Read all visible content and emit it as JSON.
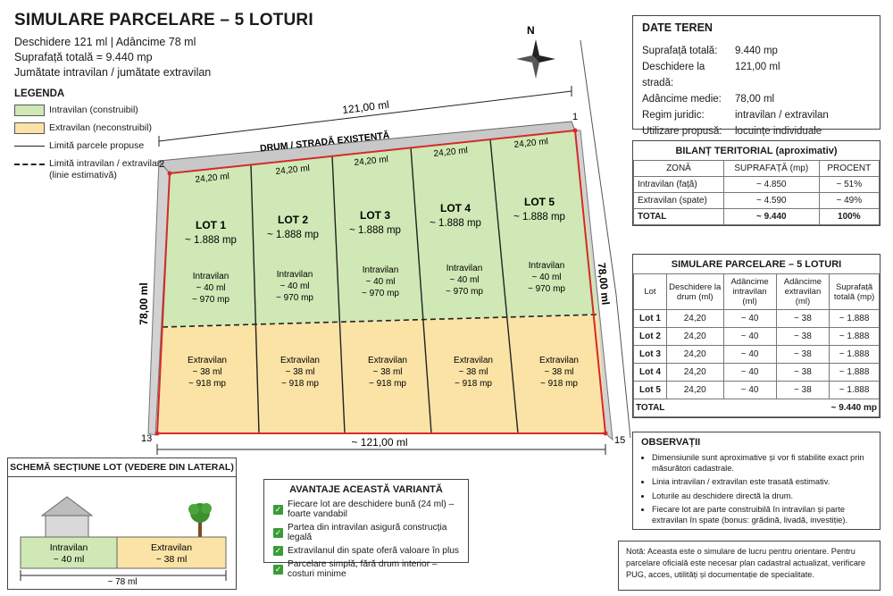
{
  "header": {
    "title": "SIMULARE PARCELARE – 5 LOTURI",
    "line1": "Deschidere 121 ml | Adâncime 78 ml",
    "line2": "Suprafață totală = 9.440 mp",
    "line3": "Jumătate intravilan / jumătate extravilan"
  },
  "legend": {
    "title": "LEGENDA",
    "intravilan": "Intravilan (construibil)",
    "extravilan": "Extravilan (neconstruibil)",
    "limit_parcels": "Limită parcele propuse",
    "limit_line1": "Limită intravilan / extravilan",
    "limit_line2": "(linie estimativă)"
  },
  "colors": {
    "intravilan": "#cfe8b5",
    "extravilan": "#fbe3a6",
    "boundary": "#d42a2a",
    "road": "#c8c8c8"
  },
  "plan": {
    "compass": "N",
    "road_label": "DRUM / STRADĂ EXISTENTĂ",
    "dim_top": "121,00 ml",
    "dim_bottom": "~ 121,00 ml",
    "dim_left": "78,00 ml",
    "dim_right": "78,00 ml",
    "corners": [
      "1",
      "2",
      "13",
      "15"
    ],
    "frontage": "24,20 ml",
    "lots": [
      {
        "name": "LOT 1",
        "area": "~ 1.888 mp",
        "intra": [
          "Intravilan",
          "~ 40 ml",
          "~ 970 mp"
        ],
        "extra": [
          "Extravilan",
          "~ 38 ml",
          "~ 918 mp"
        ]
      },
      {
        "name": "LOT 2",
        "area": "~ 1.888 mp",
        "intra": [
          "Intravilan",
          "~ 40 ml",
          "~ 970 mp"
        ],
        "extra": [
          "Extravilan",
          "~ 38 ml",
          "~ 918 mp"
        ]
      },
      {
        "name": "LOT 3",
        "area": "~ 1.888 mp",
        "intra": [
          "Intravilan",
          "~ 40 ml",
          "~ 970 mp"
        ],
        "extra": [
          "Extravilan",
          "~ 38 ml",
          "~ 918 mp"
        ]
      },
      {
        "name": "LOT 4",
        "area": "~ 1.888 mp",
        "intra": [
          "Intravilan",
          "~ 40 ml",
          "~ 970 mp"
        ],
        "extra": [
          "Extravilan",
          "~ 38 ml",
          "~ 918 mp"
        ]
      },
      {
        "name": "LOT 5",
        "area": "~ 1.888 mp",
        "intra": [
          "Intravilan",
          "~ 40 ml",
          "~ 970 mp"
        ],
        "extra": [
          "Extravilan",
          "~ 38 ml",
          "~ 918 mp"
        ]
      }
    ]
  },
  "date_teren": {
    "title": "DATE TEREN",
    "rows": [
      {
        "k": "Suprafață totală:",
        "v": "9.440 mp"
      },
      {
        "k": "Deschidere la stradă:",
        "v": "121,00 ml"
      },
      {
        "k": "Adâncime medie:",
        "v": "78,00 ml"
      },
      {
        "k": "Regim juridic:",
        "v": "intravilan / extravilan"
      },
      {
        "k": "Utilizare propusă:",
        "v": "locuințe individuale"
      }
    ]
  },
  "bilant": {
    "title": "BILANȚ TERITORIAL (aproximativ)",
    "headers": [
      "ZONĂ",
      "SUPRAFAȚĂ (mp)",
      "PROCENT"
    ],
    "rows": [
      [
        "Intravilan (față)",
        "~ 4.850",
        "~ 51%"
      ],
      [
        "Extravilan (spate)",
        "~ 4.590",
        "~ 49%"
      ]
    ],
    "total": [
      "TOTAL",
      "~ 9.440",
      "100%"
    ]
  },
  "simulare": {
    "title": "SIMULARE PARCELARE – 5 LOTURI",
    "headers": [
      "Lot",
      "Deschidere la drum (ml)",
      "Adâncime intravilan (ml)",
      "Adâncime extravilan (ml)",
      "Suprafață totală (mp)"
    ],
    "rows": [
      [
        "Lot 1",
        "24,20",
        "~ 40",
        "~ 38",
        "~ 1.888"
      ],
      [
        "Lot 2",
        "24,20",
        "~ 40",
        "~ 38",
        "~ 1.888"
      ],
      [
        "Lot 3",
        "24,20",
        "~ 40",
        "~ 38",
        "~ 1.888"
      ],
      [
        "Lot 4",
        "24,20",
        "~ 40",
        "~ 38",
        "~ 1.888"
      ],
      [
        "Lot 5",
        "24,20",
        "~ 40",
        "~ 38",
        "~ 1.888"
      ]
    ],
    "total_label": "TOTAL",
    "total_value": "~ 9.440 mp"
  },
  "observatii": {
    "title": "OBSERVAȚII",
    "items": [
      "Dimensiunile sunt aproximative și vor fi stabilite exact prin măsurători cadastrale.",
      "Linia intravilan / extravilan este trasată estimativ.",
      "Loturile au deschidere directă la drum.",
      "Fiecare lot are parte construibilă în intravilan și parte extravilan în spate (bonus: grădină, livadă, investiție)."
    ]
  },
  "nota": "Notă: Aceasta este o simulare de lucru pentru orientare. Pentru parcelare oficială este necesar plan cadastral actualizat, verificare PUG, acces, utilități și documentație de specialitate.",
  "avantaje": {
    "title": "AVANTAJE ACEASTĂ VARIANTĂ",
    "items": [
      "Fiecare lot are deschidere bună (24 ml) – foarte vandabil",
      "Partea din intravilan asigură construcția legală",
      "Extravilanul din spate oferă valoare în plus",
      "Parcelare simplă, fără drum interior – costuri minime"
    ]
  },
  "sectiune": {
    "title": "SCHEMĂ SECȚIUNE LOT (VEDERE DIN LATERAL)",
    "intra": [
      "Intravilan",
      "~ 40 ml"
    ],
    "extra": [
      "Extravilan",
      "~ 38 ml"
    ],
    "total": "~ 78 ml"
  }
}
